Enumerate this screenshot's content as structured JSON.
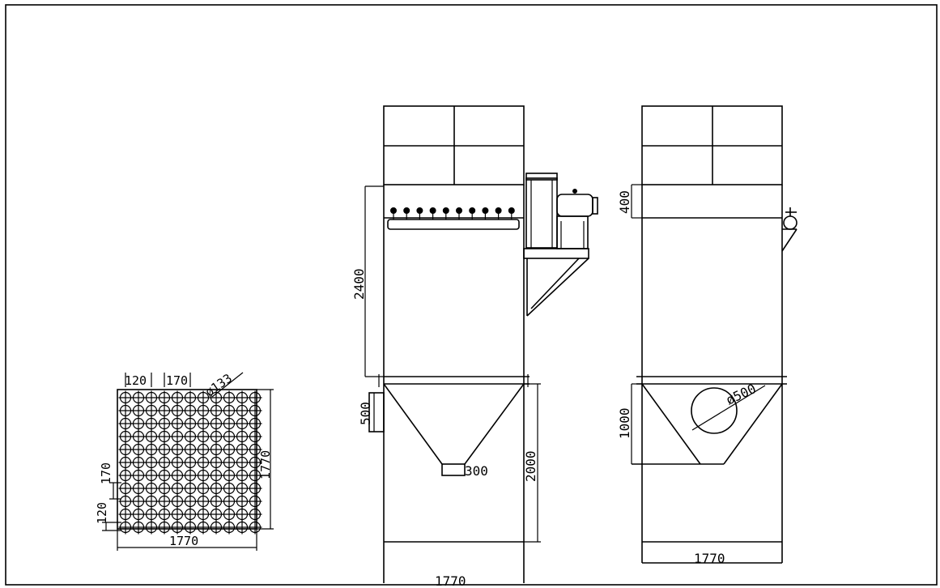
{
  "drawing": {
    "line_color": "#000000",
    "background": "#ffffff"
  },
  "plan_view": {
    "dim_pitch_a": "120",
    "dim_pitch_b": "170",
    "dim_bag_diameter": "ø133",
    "dim_side_vertical_a": "170",
    "dim_side_vertical_b": "120",
    "dim_height": "1770",
    "dim_width": "1770",
    "bag_rows": 11,
    "bag_cols": 11
  },
  "front_view": {
    "dim_upper_height": "2400",
    "dim_inlet": "500",
    "dim_outlet": "300",
    "dim_lower_height": "2000",
    "dim_width": "1770",
    "valve_count": 10
  },
  "side_view": {
    "dim_header": "400",
    "dim_hopper": "1000",
    "dim_inlet_diameter": "ø500",
    "dim_width": "1770"
  }
}
